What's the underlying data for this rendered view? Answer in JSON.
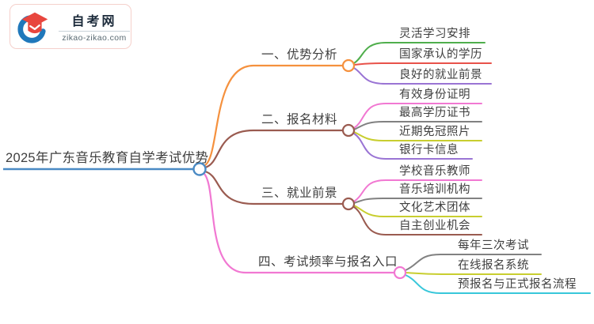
{
  "logo": {
    "title": "自考网",
    "domain": "zikao-zikao.com"
  },
  "root": {
    "label": "2025年广东音乐教育自学考试优势"
  },
  "branches": [
    {
      "label": "一、优势分析",
      "children": [
        "灵活学习安排",
        "国家承认的学历",
        "良好的就业前景"
      ]
    },
    {
      "label": "二、报名材料",
      "children": [
        "有效身份证明",
        "最高学历证书",
        "近期免冠照片",
        "银行卡信息"
      ]
    },
    {
      "label": "三、就业前景",
      "children": [
        "学校音乐教师",
        "音乐培训机构",
        "文化艺术团体",
        "自主创业机会"
      ]
    },
    {
      "label": "四、考试频率与报名入口",
      "children": [
        "每年三次考试",
        "在线报名系统",
        "预报名与正式报名流程"
      ]
    }
  ],
  "colors": {
    "root_blue": "#4a8ac4",
    "orange": "#f5913e",
    "brown": "#9a5b50",
    "magenta": "#f178d2",
    "green": "#4fae4c",
    "red": "#e8524a",
    "purple": "#9a74d4",
    "gray": "#818181",
    "olive": "#c8ce2f",
    "cyan": "#38c7da",
    "logo_blue": "#2078bb",
    "logo_red": "#e8463e"
  }
}
